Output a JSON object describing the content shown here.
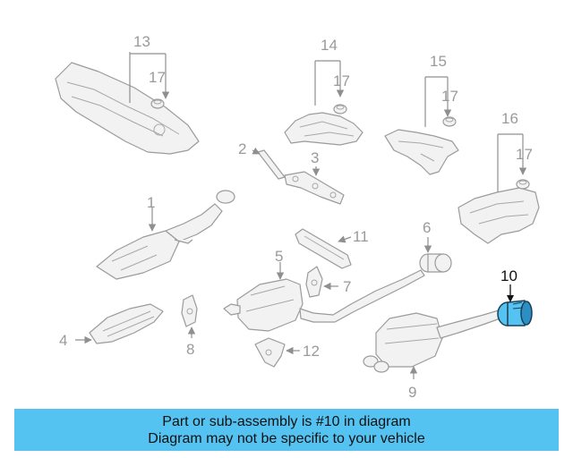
{
  "callouts": {
    "c1": "1",
    "c2": "2",
    "c3": "3",
    "c4": "4",
    "c5": "5",
    "c6": "6",
    "c7": "7",
    "c8": "8",
    "c9": "9",
    "c10": "10",
    "c11": "11",
    "c12": "12",
    "c13": "13",
    "c14": "14",
    "c15": "15",
    "c16": "16",
    "c17a": "17",
    "c17b": "17",
    "c17c": "17",
    "c17d": "17"
  },
  "highlight": {
    "part_number": "10",
    "color": "#55c3f2"
  },
  "banner": {
    "line1": "Part or sub-assembly is #10 in diagram",
    "line2": "Diagram may not be specific to your vehicle",
    "color": "#55c3f2"
  }
}
